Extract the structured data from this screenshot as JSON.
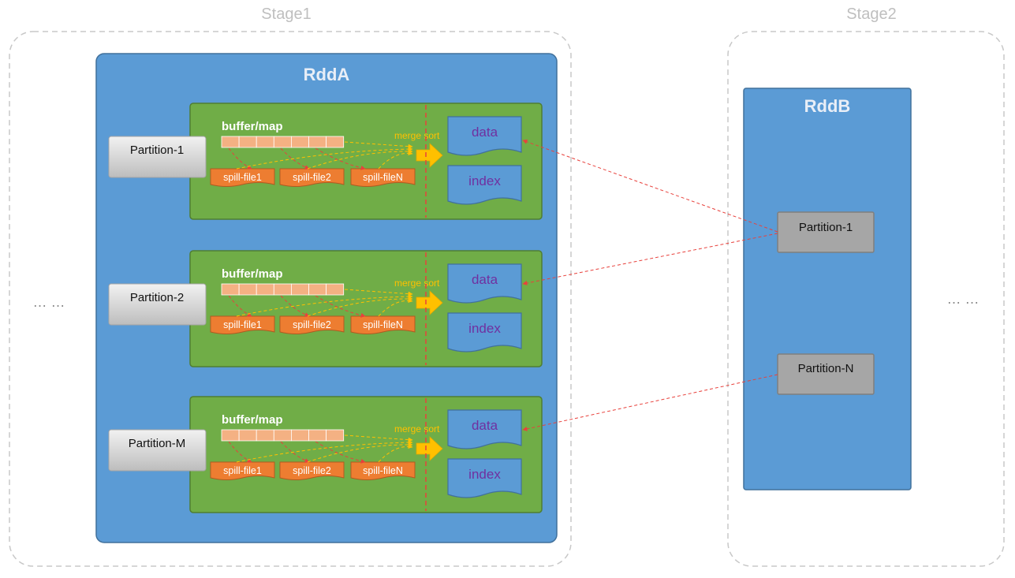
{
  "stage1": {
    "title": "Stage1",
    "ellipsis": "… …",
    "rdd": {
      "title": "RddA",
      "blocks": [
        {
          "partition": "Partition-1",
          "buffer_label": "buffer/map",
          "spills": [
            "spill-file1",
            "spill-file2",
            "spill-fileN"
          ],
          "merge_label": "merge sort",
          "data_label": "data",
          "index_label": "index"
        },
        {
          "partition": "Partition-2",
          "buffer_label": "buffer/map",
          "spills": [
            "spill-file1",
            "spill-file2",
            "spill-fileN"
          ],
          "merge_label": "merge sort",
          "data_label": "data",
          "index_label": "index"
        },
        {
          "partition": "Partition-M",
          "buffer_label": "buffer/map",
          "spills": [
            "spill-file1",
            "spill-file2",
            "spill-fileN"
          ],
          "merge_label": "merge sort",
          "data_label": "data",
          "index_label": "index"
        }
      ]
    }
  },
  "stage2": {
    "title": "Stage2",
    "ellipsis": "… …",
    "rdd": {
      "title": "RddB",
      "partitions": [
        "Partition-1",
        "Partition-N"
      ]
    }
  },
  "colors": {
    "rdd_fill": "#5b9bd5",
    "block_fill": "#70ad47",
    "spill_fill": "#ed7d31",
    "buffer_cell": "#f4b183",
    "merge_arrow": "#ffc000",
    "fetch_line": "#e8413c",
    "file_text": "#7030a0"
  }
}
